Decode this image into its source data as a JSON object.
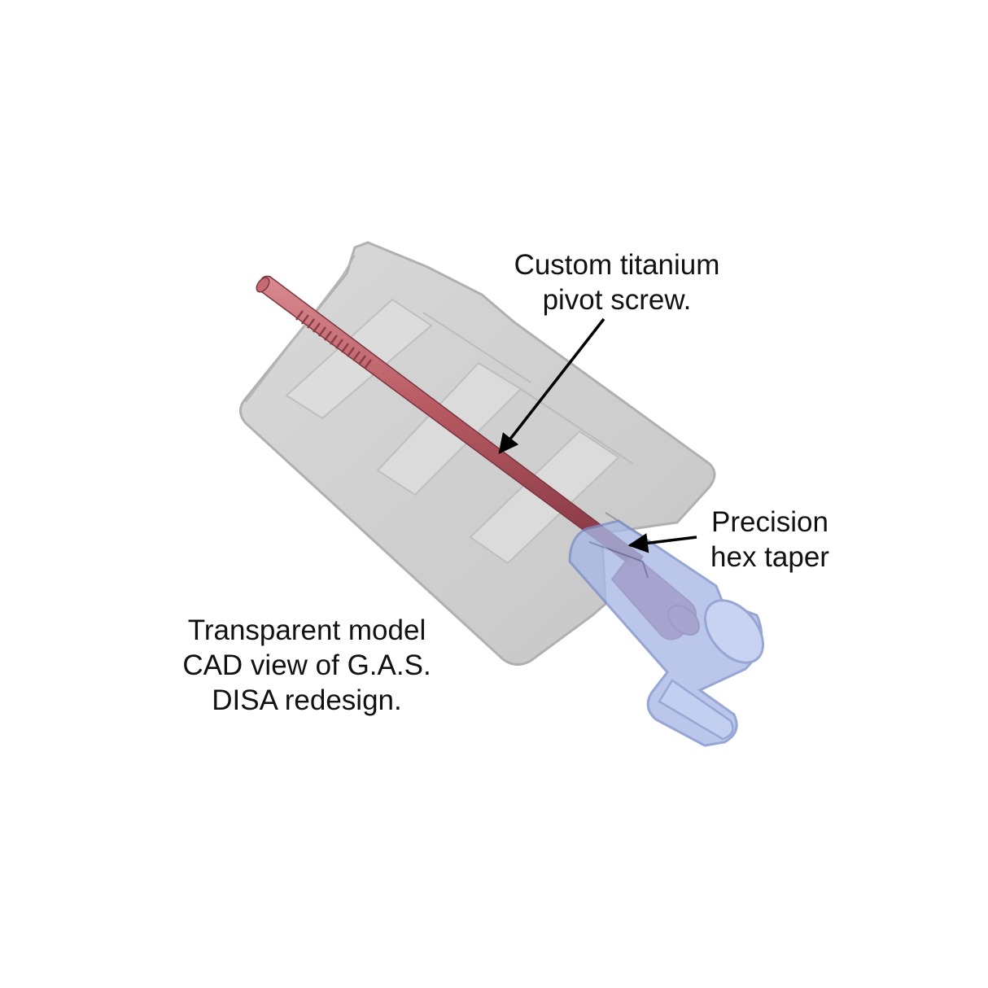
{
  "labels": {
    "screw": {
      "lines": [
        "Custom titanium",
        "pivot screw."
      ]
    },
    "taper": {
      "lines": [
        "Precision",
        "hex taper"
      ]
    },
    "caption": {
      "lines": [
        "Transparent model",
        "CAD view of G.A.S.",
        "DISA redesign."
      ]
    }
  },
  "colors": {
    "housing": "#c9c9c9",
    "housing_edge": "#a9a9a9",
    "screw": "#b85a62",
    "screw_dark": "#8e3e48",
    "taper": "#9fb2e0",
    "taper_edge": "#7d90c6",
    "arrow": "#000000"
  }
}
